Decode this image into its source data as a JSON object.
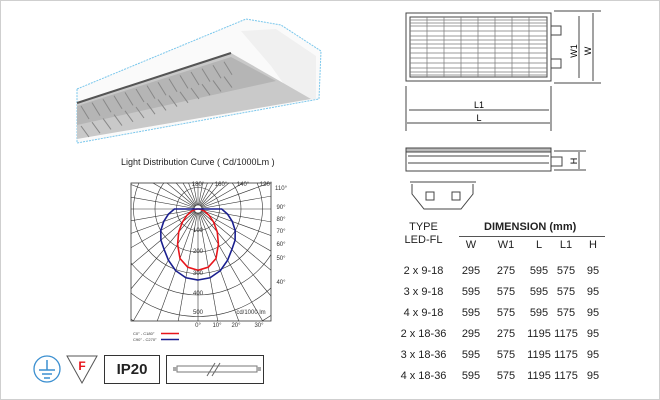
{
  "curve": {
    "title": "Light Distribution Curve ( Cd/1000Lm )",
    "top_angles": [
      "180°",
      "160°",
      "140°",
      "120°"
    ],
    "right_angles": [
      "110°",
      "90°",
      "80°",
      "70°",
      "60°",
      "50°",
      "40°"
    ],
    "bottom_angles": [
      "0°",
      "10°",
      "20°",
      "30°"
    ],
    "ring_labels": [
      "100",
      "200",
      "300",
      "400",
      "500"
    ],
    "unit_label": "cd/1000 lm",
    "legend": [
      {
        "label": "C0° - C180°",
        "color": "#e8151b"
      },
      {
        "label": "C90° - C270°",
        "color": "#1a1f8f"
      }
    ]
  },
  "chart_data": {
    "type": "polar",
    "title": "Light Distribution Curve ( Cd/1000Lm )",
    "r_ticks": [
      100,
      200,
      300,
      400,
      500
    ],
    "r_max": 500,
    "angles": [
      0,
      10,
      20,
      30,
      40,
      50,
      60,
      70,
      80,
      90
    ],
    "series": [
      {
        "name": "C0° - C180°",
        "color": "#e8151b",
        "values": [
          285,
          275,
          245,
          190,
          140,
          95,
          60,
          35,
          15,
          5
        ]
      },
      {
        "name": "C90° - C270°",
        "color": "#1a1f8f",
        "values": [
          330,
          325,
          305,
          275,
          245,
          225,
          200,
          170,
          140,
          110
        ]
      }
    ]
  },
  "drawing": {
    "labels": {
      "w1": "W1",
      "w": "W",
      "l1": "L1",
      "l": "L",
      "h": "H"
    }
  },
  "table": {
    "type_header": [
      "TYPE",
      "LED-FL"
    ],
    "dimension_header": "DIMENSION (mm)",
    "columns": [
      "W",
      "W1",
      "L",
      "L1",
      "H"
    ],
    "rows": [
      {
        "type": "2 x 9-18",
        "values": [
          "295",
          "275",
          "595",
          "575",
          "95"
        ]
      },
      {
        "type": "3 x 9-18",
        "values": [
          "595",
          "575",
          "595",
          "575",
          "95"
        ]
      },
      {
        "type": "4 x 9-18",
        "values": [
          "595",
          "575",
          "595",
          "575",
          "95"
        ]
      },
      {
        "type": "2 x 18-36",
        "values": [
          "295",
          "275",
          "1195",
          "1175",
          "95"
        ]
      },
      {
        "type": "3 x 18-36",
        "values": [
          "595",
          "575",
          "1195",
          "1175",
          "95"
        ]
      },
      {
        "type": "4 x 18-36",
        "values": [
          "595",
          "575",
          "1195",
          "1175",
          "95"
        ]
      }
    ]
  },
  "badges": {
    "f_mark": "F",
    "ip_rating": "IP20"
  }
}
